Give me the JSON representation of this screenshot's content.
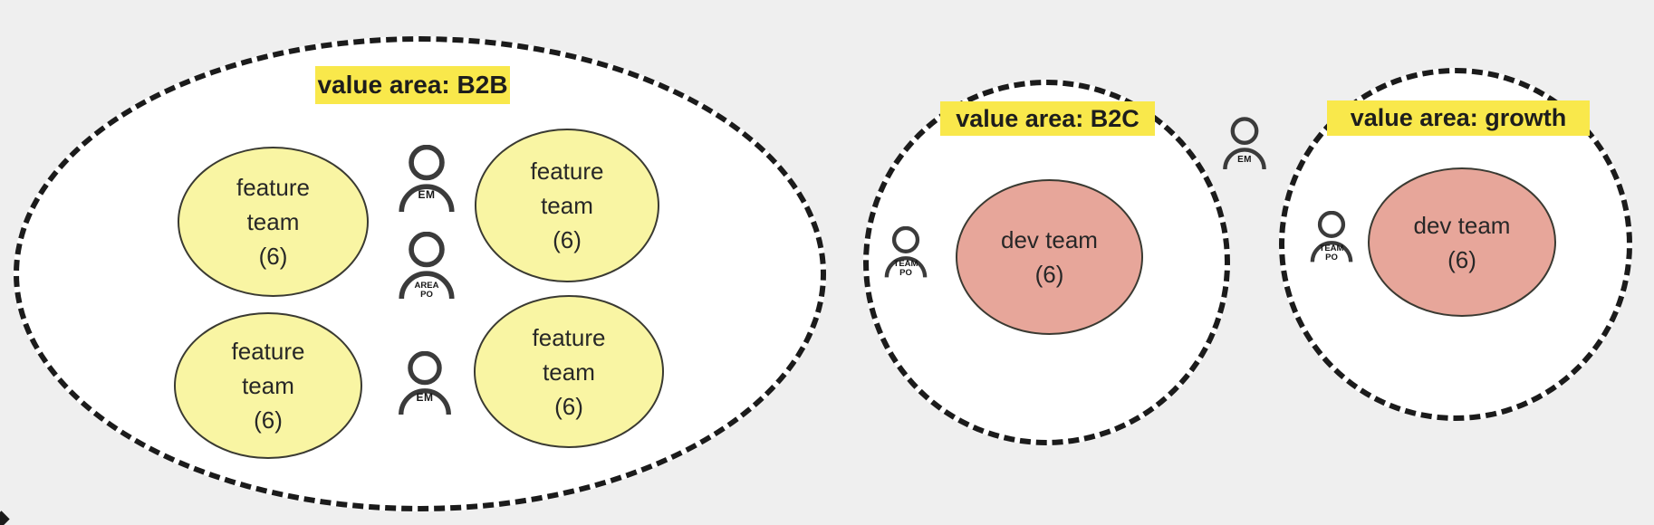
{
  "diagram": {
    "areas": {
      "b2b": {
        "title": "value area: B2B",
        "teams": [
          {
            "label": "feature\nteam\n(6)"
          },
          {
            "label": "feature\nteam\n(6)"
          },
          {
            "label": "feature\nteam\n(6)"
          },
          {
            "label": "feature\nteam\n(6)"
          }
        ],
        "people": [
          {
            "role": "EM"
          },
          {
            "role": "AREA\nPO"
          },
          {
            "role": "EM"
          }
        ]
      },
      "b2c": {
        "title": "value area: B2C",
        "teams": [
          {
            "label": "dev team\n(6)"
          }
        ],
        "people": [
          {
            "role": "TEAM\nPO"
          }
        ]
      },
      "growth": {
        "title": "value area: growth",
        "teams": [
          {
            "label": "dev team\n(6)"
          }
        ],
        "people": [
          {
            "role": "TEAM\nPO"
          }
        ]
      },
      "shared": {
        "people": [
          {
            "role": "EM"
          }
        ]
      }
    },
    "colors": {
      "background": "#efefef",
      "area_fill": "#ffffff",
      "dashed_border": "#1b1b1b",
      "title_highlight": "#f9e84b",
      "feature_team_fill": "#f9f5a3",
      "dev_team_fill": "#e7a69a",
      "team_border": "#3a3a32",
      "person_icon": "#3b3b3b",
      "text": "#222222"
    }
  }
}
